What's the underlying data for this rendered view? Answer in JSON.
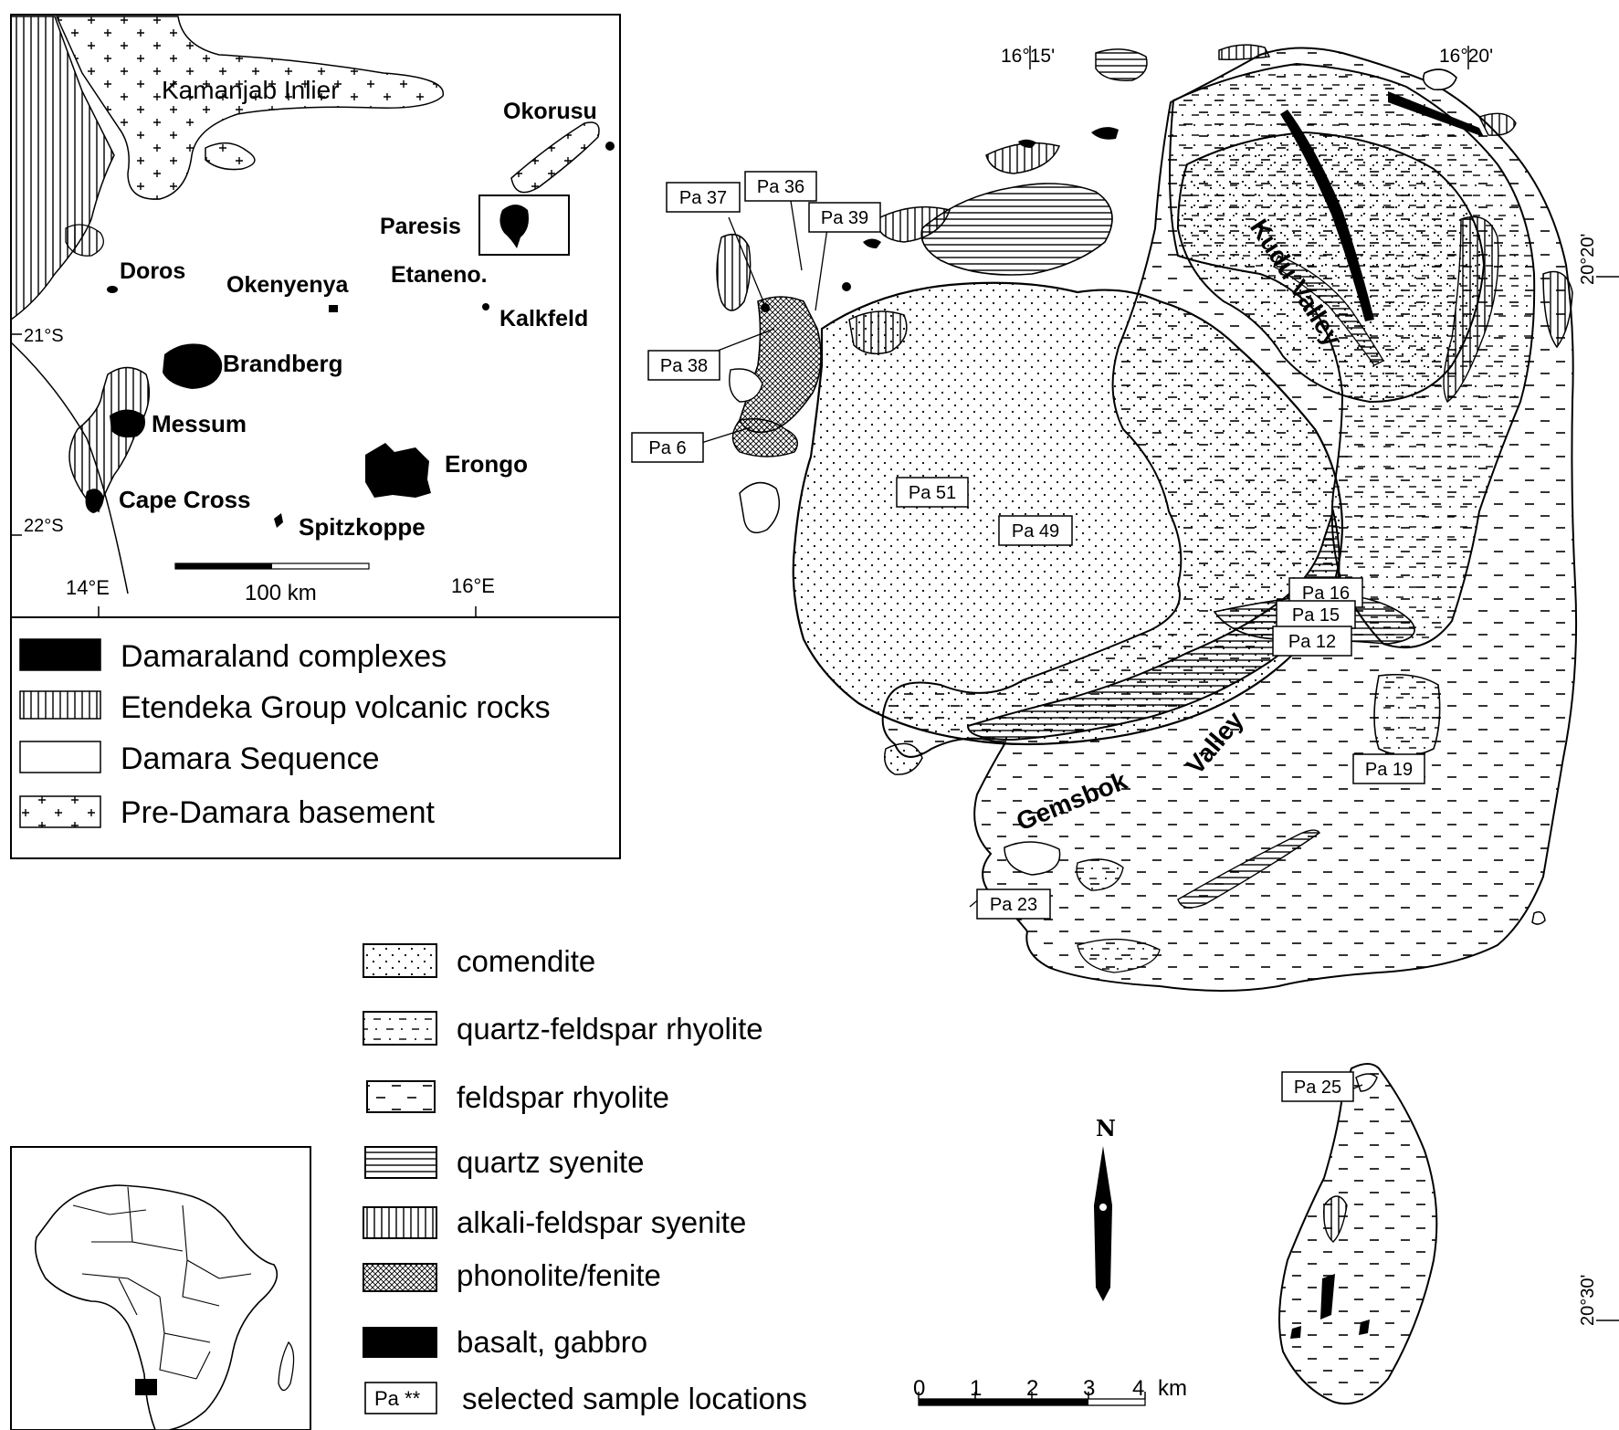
{
  "inset_regional": {
    "places": {
      "kamanjab": "Kamanjab Inlier",
      "okorusu": "Okorusu",
      "paresis": "Paresis",
      "doros": "Doros",
      "okenyenya": "Okenyenya",
      "etaneno": "Etaneno.",
      "kalkfeld": "Kalkfeld",
      "brandberg": "Brandberg",
      "messum": "Messum",
      "erongo": "Erongo",
      "cape_cross": "Cape Cross",
      "spitzkoppe": "Spitzkoppe"
    },
    "lat_21": "21°S",
    "lat_22": "22°S",
    "lon_14": "14°E",
    "lon_16": "16°E",
    "scale_label": "100 km"
  },
  "regional_legend": [
    {
      "label": "Damaraland complexes",
      "pattern": "solid-black"
    },
    {
      "label": "Etendeka Group volcanic rocks",
      "pattern": "vertical-lines"
    },
    {
      "label": "Damara Sequence",
      "pattern": "blank"
    },
    {
      "label": "Pre-Damara basement",
      "pattern": "crosses"
    }
  ],
  "main_map": {
    "lon_left": "16°15'",
    "lon_right": "16°20'",
    "lat_top": "20°20'",
    "lat_bottom": "20°30'",
    "kudu_valley": "Kudu Valley",
    "gemsbok": "Gemsbok",
    "valley": "Valley",
    "north": "N",
    "scale_ticks": [
      "0",
      "1",
      "2",
      "3",
      "4"
    ],
    "scale_unit": "km",
    "samples": [
      "Pa 37",
      "Pa 36",
      "Pa 39",
      "Pa 38",
      "Pa 6",
      "Pa 51",
      "Pa 49",
      "Pa 16",
      "Pa 15",
      "Pa 12",
      "Pa 19",
      "Pa 23",
      "Pa 25"
    ]
  },
  "geology_legend": [
    {
      "label": "comendite",
      "pattern": "dots"
    },
    {
      "label": "quartz-feldspar rhyolite",
      "pattern": "dashes-dots"
    },
    {
      "label": "feldspar rhyolite",
      "pattern": "dashes"
    },
    {
      "label": "quartz syenite",
      "pattern": "horizontal-lines"
    },
    {
      "label": "alkali-feldspar syenite",
      "pattern": "vertical-lines"
    },
    {
      "label": "phonolite/fenite",
      "pattern": "crosshatch"
    },
    {
      "label": "basalt, gabbro",
      "pattern": "solid-black"
    },
    {
      "label": "selected sample locations",
      "pattern": "sample-box",
      "box_text": "Pa **"
    }
  ]
}
